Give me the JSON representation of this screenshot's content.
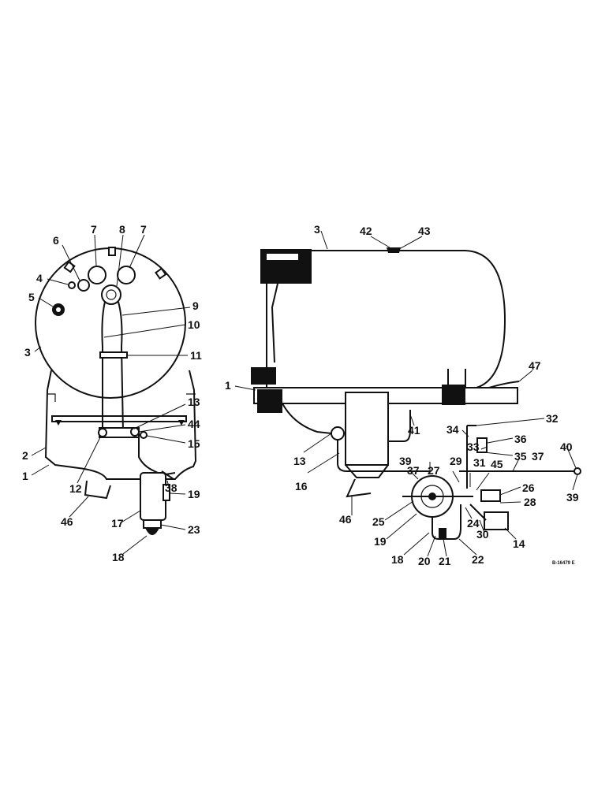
{
  "drawing_code": "B-16479 E",
  "left_view": {
    "callouts": [
      "7",
      "8",
      "7",
      "6",
      "4",
      "5",
      "3",
      "9",
      "10",
      "11",
      "13",
      "44",
      "15",
      "2",
      "1",
      "12",
      "38",
      "19",
      "46",
      "17",
      "23",
      "18"
    ]
  },
  "right_view": {
    "callouts": [
      "3",
      "42",
      "43",
      "47",
      "1",
      "41",
      "32",
      "34",
      "36",
      "33",
      "35",
      "40",
      "37",
      "13",
      "16",
      "37",
      "27",
      "39",
      "29",
      "31",
      "45",
      "26",
      "28",
      "46",
      "25",
      "19",
      "24",
      "30",
      "14",
      "39",
      "18",
      "20",
      "21",
      "22"
    ]
  },
  "colors": {
    "ink": "#111111",
    "paper": "#ffffff"
  }
}
